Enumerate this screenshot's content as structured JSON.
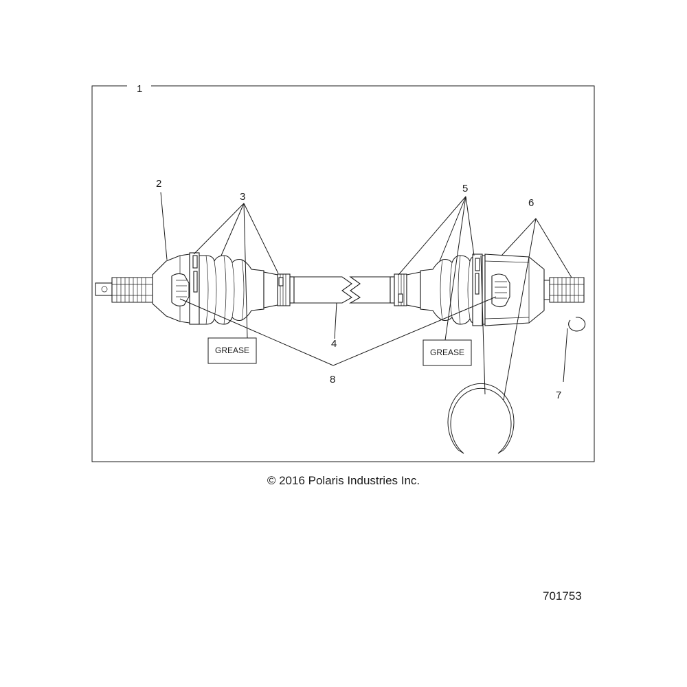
{
  "frame": {
    "callout": "1"
  },
  "callouts": {
    "c2": "2",
    "c3": "3",
    "c4": "4",
    "c5": "5",
    "c6": "6",
    "c7": "7",
    "c8": "8"
  },
  "grease_labels": {
    "left": "GREASE",
    "right": "GREASE"
  },
  "footer": {
    "copyright": "© 2016 Polaris Industries Inc.",
    "doc_number": "701753"
  }
}
